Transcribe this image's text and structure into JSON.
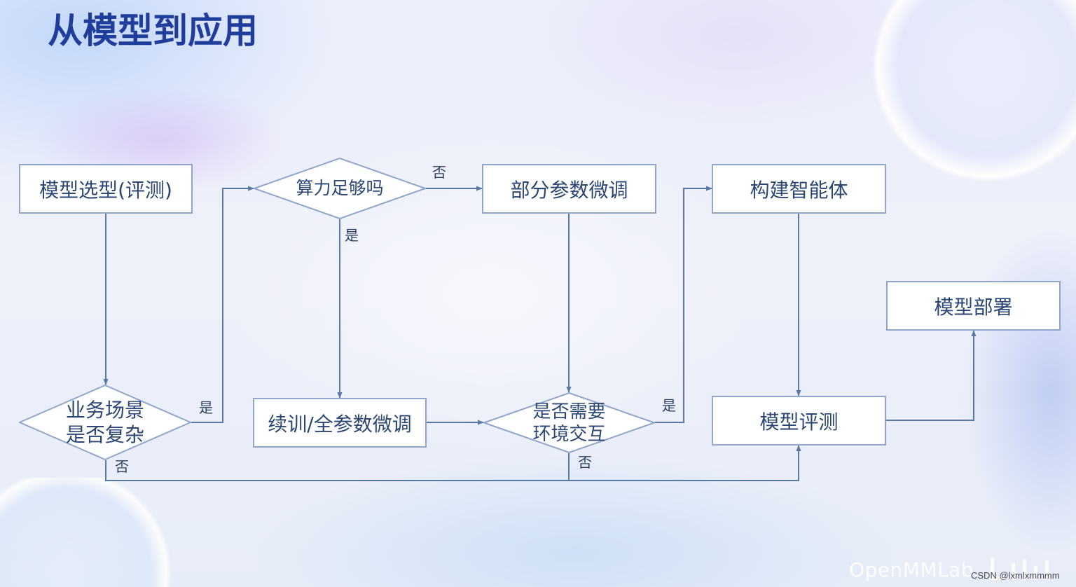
{
  "title": "从模型到应用",
  "nodes": {
    "model_selection": "模型选型(评测)",
    "compute_enough": "算力足够吗",
    "partial_finetune": "部分参数微调",
    "build_agent": "构建智能体",
    "model_deploy": "模型部署",
    "business_complex": [
      "业务场景",
      "是否复杂"
    ],
    "continued_training": "续训/全参数微调",
    "need_env_interaction": [
      "是否需要",
      "环境交互"
    ],
    "model_evaluation": "模型评测"
  },
  "edge_labels": {
    "business_yes": "是",
    "business_no": "否",
    "compute_no": "否",
    "compute_yes": "是",
    "env_yes": "是",
    "env_no": "否"
  },
  "watermark": {
    "brand": "OpenMMLab",
    "credit": "CSDN @lxmlxmmmm"
  },
  "colors": {
    "title": "#1f3d9a",
    "node_border": "#8fa6ca",
    "node_fill": "#ffffff",
    "node_text": "#2b4673",
    "edge": "#5a78a4"
  }
}
